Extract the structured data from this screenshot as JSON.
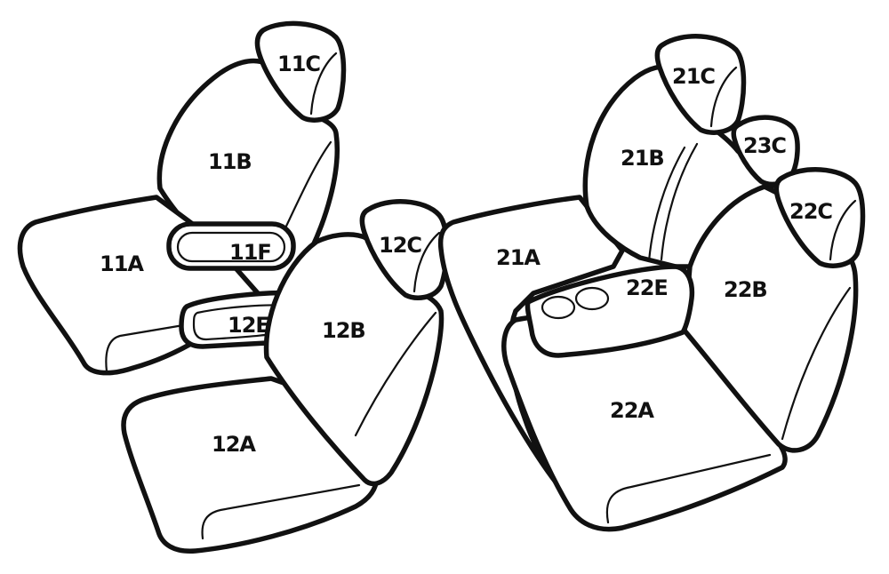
{
  "labels": {
    "l11A": "11A",
    "l11B": "11B",
    "l11C": "11C",
    "l11F": "11F",
    "l12A": "12A",
    "l12B": "12B",
    "l12C": "12C",
    "l12E": "12E",
    "l21A": "21A",
    "l21B": "21B",
    "l21C": "21C",
    "l22A": "22A",
    "l22B": "22B",
    "l22C": "22C",
    "l22E": "22E",
    "l23C": "23C"
  }
}
